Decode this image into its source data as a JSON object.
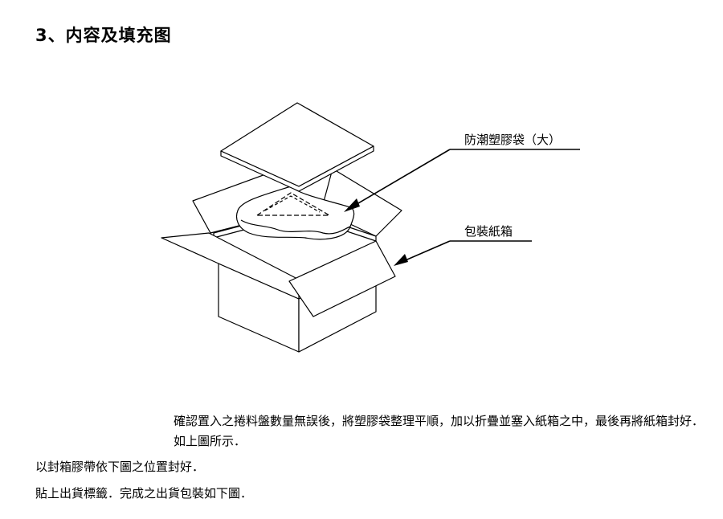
{
  "heading": "3、内容及填充图",
  "figure": {
    "callout_bag": "防潮塑膠袋（大）",
    "callout_box": "包裝紙箱"
  },
  "body": {
    "paragraph": "確認置入之捲料盤數量無誤後，將塑膠袋整理平順，加以折疊並塞入紙箱之中，最後再將紙箱封好．如上圖所示．",
    "line1": "以封箱膠帶依下圖之位置封好．",
    "line2": "貼上出貨標籤．完成之出貨包裝如下圖．"
  }
}
